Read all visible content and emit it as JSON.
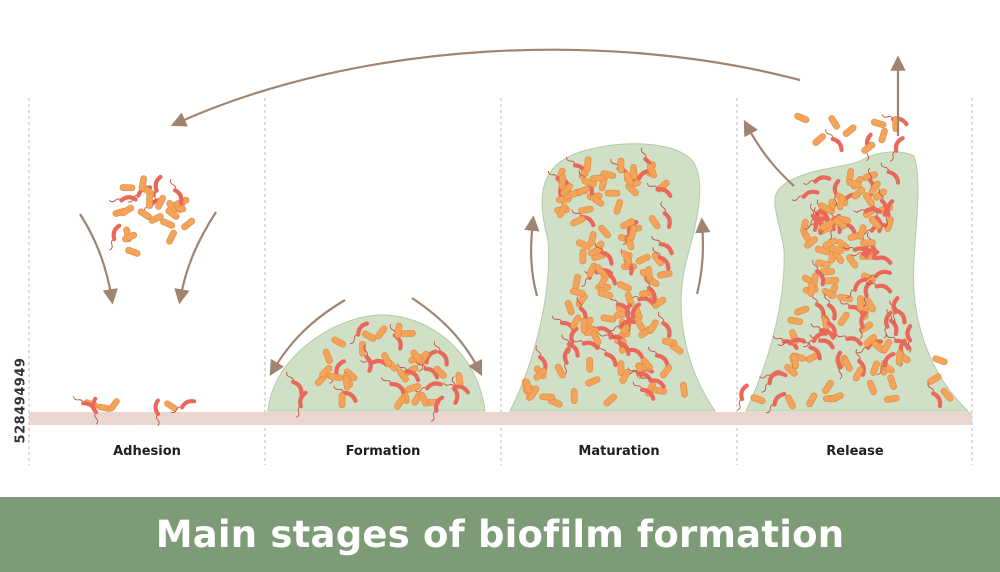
{
  "title": "Main stages of biofilm formation",
  "stages": [
    {
      "label": "Adhesion"
    },
    {
      "label": "Formation"
    },
    {
      "label": "Maturation"
    },
    {
      "label": "Release"
    }
  ],
  "stock_id": "528494949",
  "colors": {
    "matrix": "#cfe0c6",
    "matrix_edge": "#b3cba8",
    "rod_bacteria": "#f4a35a",
    "flagellated_bacteria": "#e9685a",
    "surface": "#ead6cf",
    "arrow": "#a0846f",
    "footer": "#7e9b77"
  },
  "icons": [
    "rod-bacterium-icon",
    "flagellated-bacterium-icon",
    "arrow-icon"
  ]
}
